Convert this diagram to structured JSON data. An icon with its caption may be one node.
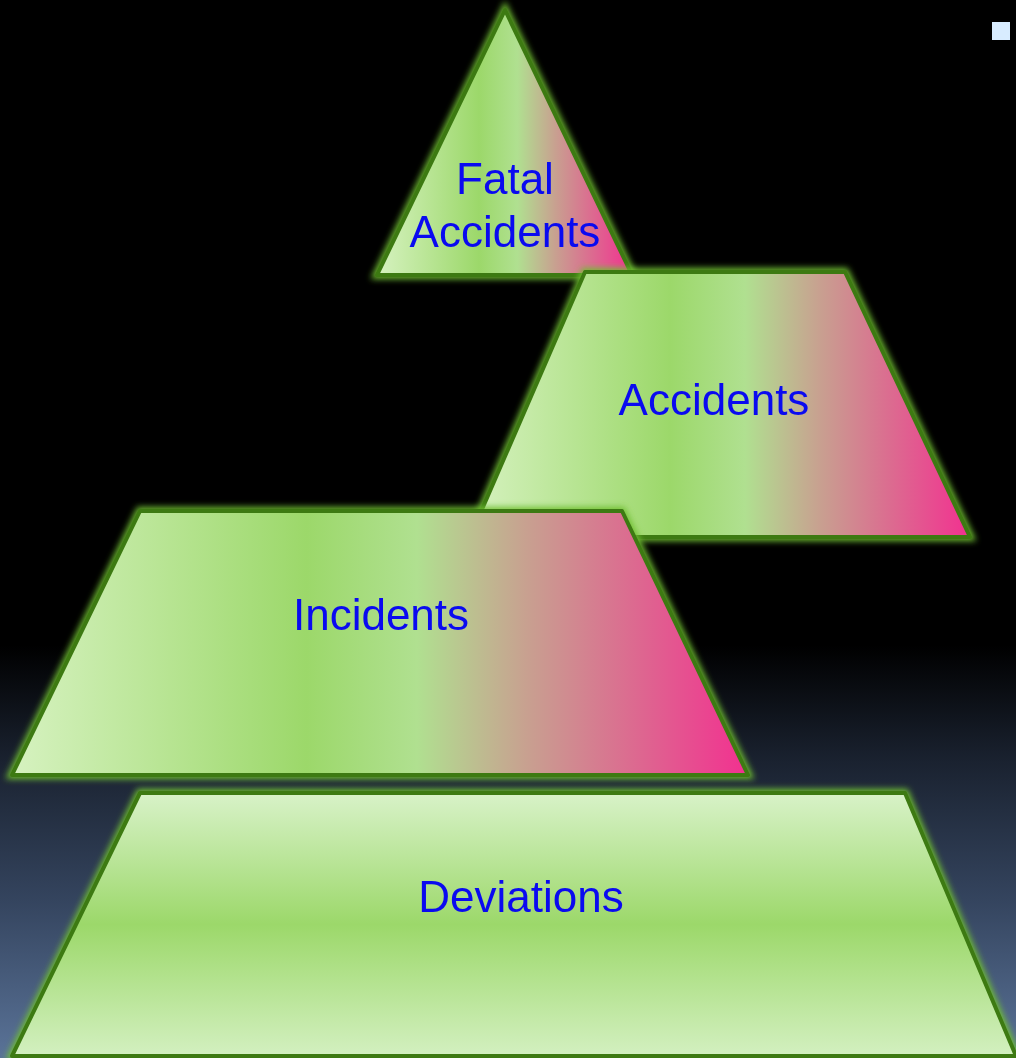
{
  "diagram": {
    "nodes": [
      {
        "text": [
          "Fatal Accidents"
        ]
      },
      {
        "text": [
          "Accidents"
        ]
      },
      {
        "text": [
          "Incidents"
        ]
      },
      {
        "text": [
          "Deviations"
        ]
      }
    ]
  }
}
